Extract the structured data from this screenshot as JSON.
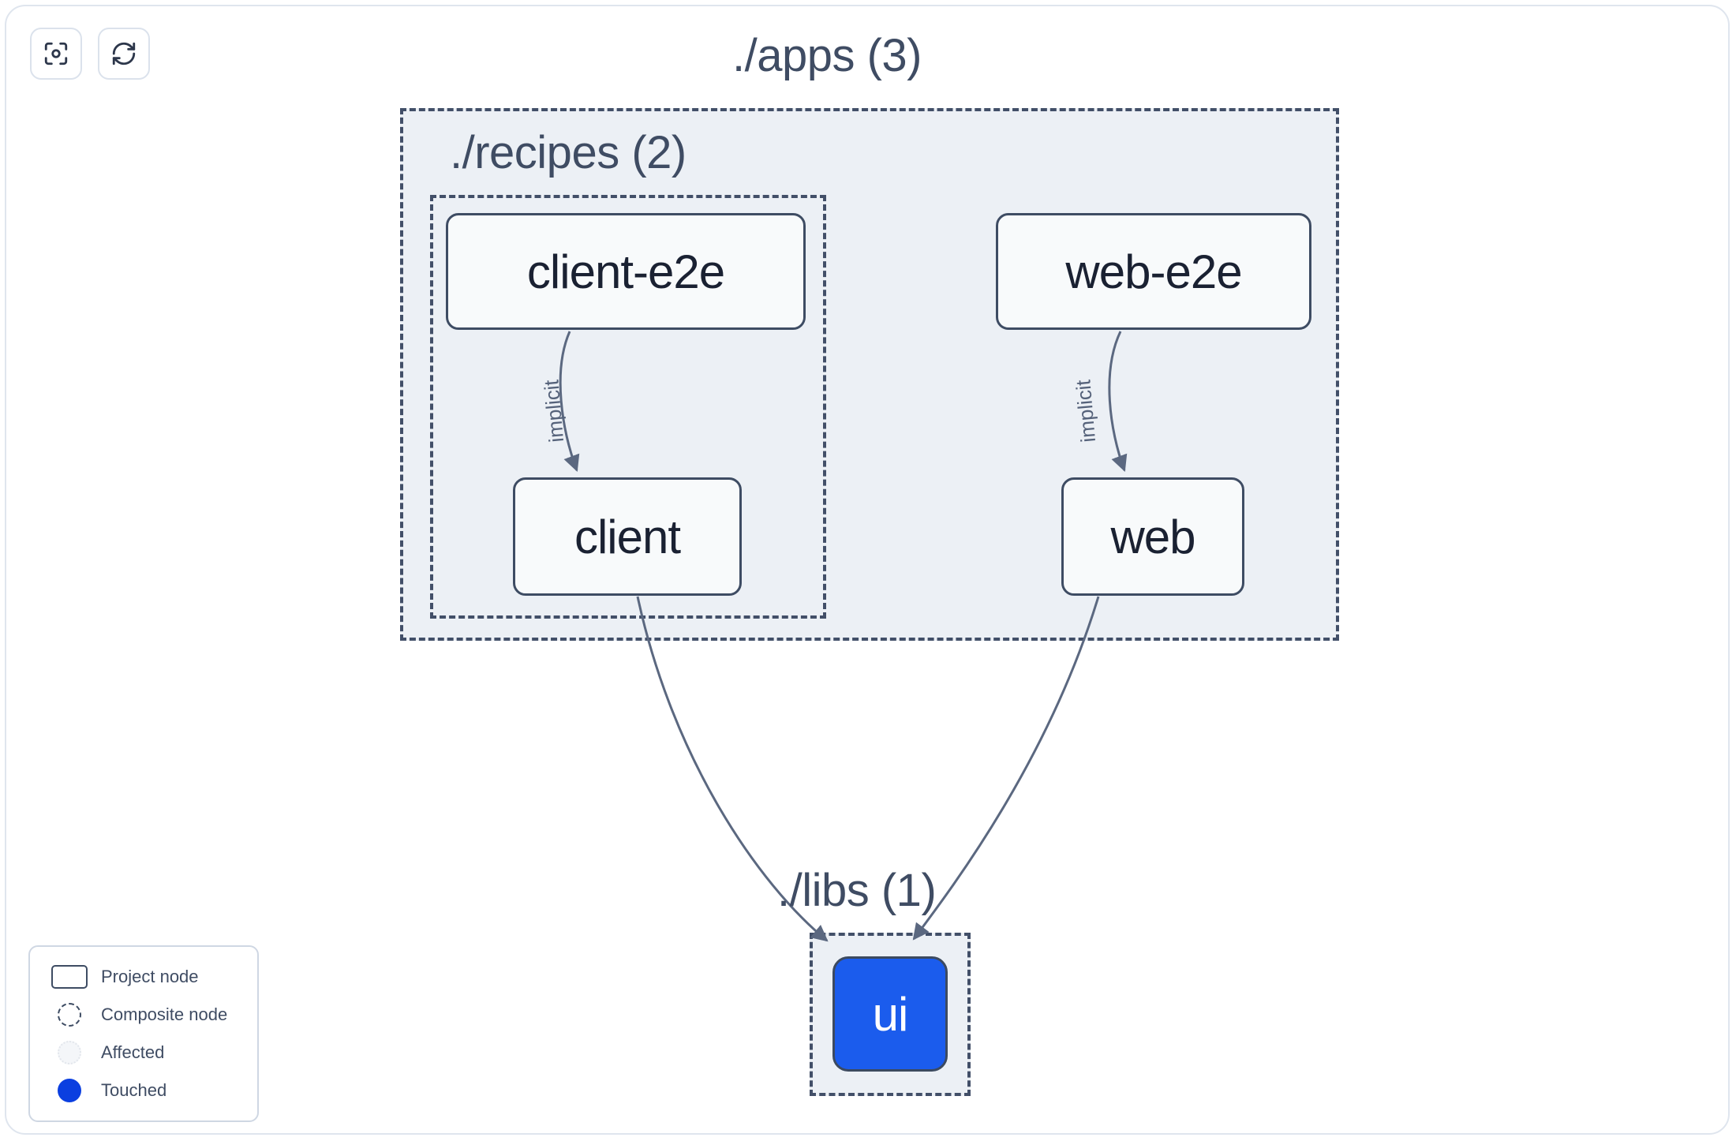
{
  "toolbar": {
    "buttons": [
      {
        "name": "focus-graph-button",
        "icon": "focus-target-icon",
        "label": "Focus graph"
      },
      {
        "name": "refresh-graph-button",
        "icon": "refresh-sync-icon",
        "label": "Refresh graph"
      }
    ]
  },
  "graph": {
    "composites": [
      {
        "id": "apps",
        "label": "./apps (3)",
        "count": 3
      },
      {
        "id": "recipes",
        "label": "./recipes (2)",
        "count": 2
      },
      {
        "id": "libs",
        "label": "./libs (1)",
        "count": 1
      }
    ],
    "nodes": [
      {
        "id": "client-e2e",
        "label": "client-e2e",
        "group": "recipes",
        "state": "normal"
      },
      {
        "id": "client",
        "label": "client",
        "group": "recipes",
        "state": "normal"
      },
      {
        "id": "web-e2e",
        "label": "web-e2e",
        "group": "apps",
        "state": "normal"
      },
      {
        "id": "web",
        "label": "web",
        "group": "apps",
        "state": "normal"
      },
      {
        "id": "ui",
        "label": "ui",
        "group": "libs",
        "state": "touched"
      }
    ],
    "edges": [
      {
        "from": "client-e2e",
        "to": "client",
        "label": "implicit"
      },
      {
        "from": "web-e2e",
        "to": "web",
        "label": "implicit"
      },
      {
        "from": "client",
        "to": "ui",
        "label": ""
      },
      {
        "from": "web",
        "to": "ui",
        "label": ""
      }
    ]
  },
  "legend": {
    "items": [
      {
        "swatch": "project-node-swatch",
        "label": "Project node"
      },
      {
        "swatch": "composite-node-swatch",
        "label": "Composite node"
      },
      {
        "swatch": "affected-swatch",
        "label": "Affected"
      },
      {
        "swatch": "touched-swatch",
        "label": "Touched"
      }
    ]
  },
  "colors": {
    "touched": "#1b5ced",
    "legend_touched_dot": "#0b3fe0",
    "composite_fill": "#ecf0f5",
    "composite_border": "#424f68",
    "node_fill": "#f8fafb",
    "node_border": "#3e4c63",
    "node_text": "#1a2132",
    "label_text": "#3f4c63",
    "edge_stroke": "#5b6880",
    "panel_border": "#dfe5ee",
    "background": "#ffffff"
  }
}
